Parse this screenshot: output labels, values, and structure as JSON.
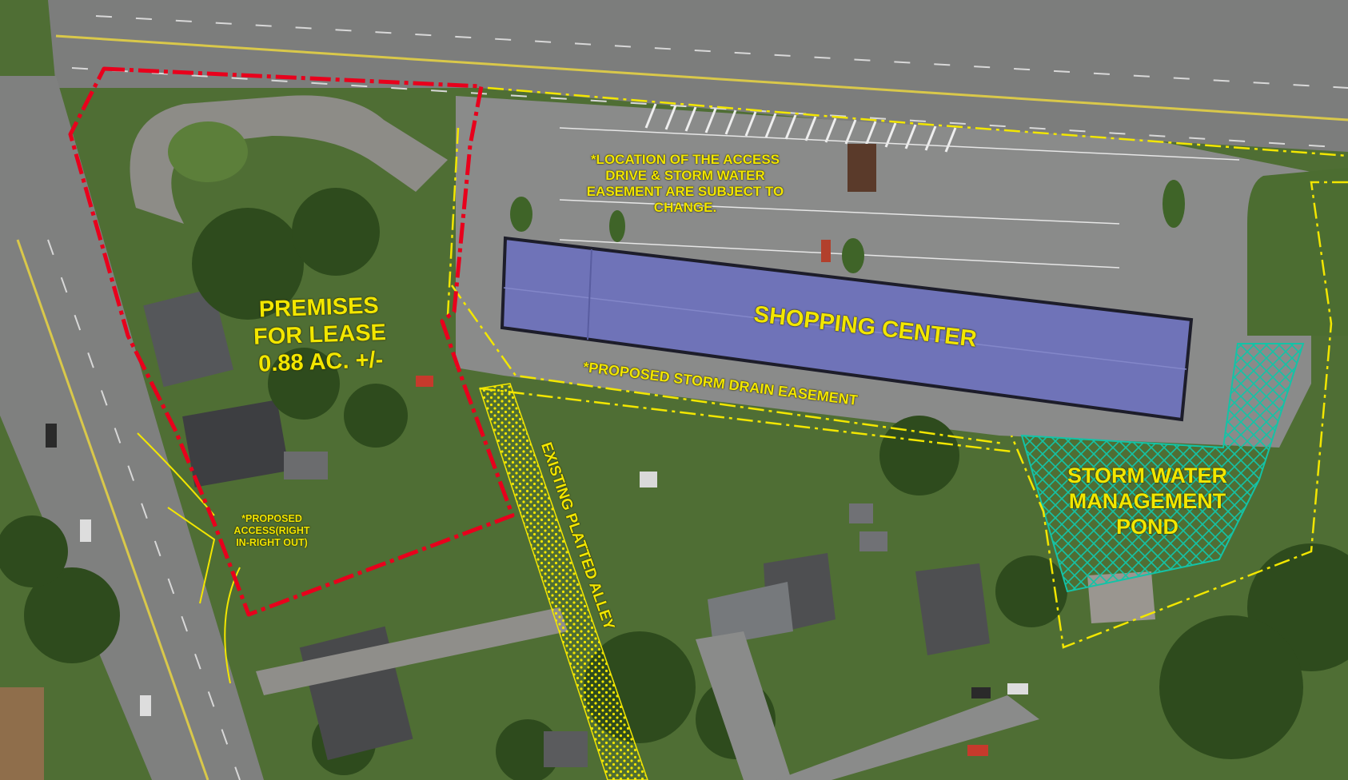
{
  "colors": {
    "premises_boundary": "#e8001c",
    "easement_lines": "#f2e600",
    "pond_hatch": "#14c3a6",
    "label_text": "#f2e600",
    "roof": "#6f73b8"
  },
  "labels": {
    "premises": [
      "PREMISES",
      "FOR LEASE",
      "0.88 AC. +/-"
    ],
    "shopping_center": "SHOPPING CENTER",
    "access_note": [
      "*LOCATION OF THE ACCESS",
      "DRIVE & STORM WATER",
      "EASEMENT ARE SUBJECT TO",
      "CHANGE."
    ],
    "storm_drain": "*PROPOSED STORM DRAIN EASEMENT",
    "pond": [
      "STORM WATER",
      "MANAGEMENT",
      "POND"
    ],
    "proposed_access": [
      "*PROPOSED",
      "ACCESS(RIGHT",
      "IN-RIGHT OUT)"
    ],
    "alley": "EXISTING PLATTED ALLEY"
  }
}
